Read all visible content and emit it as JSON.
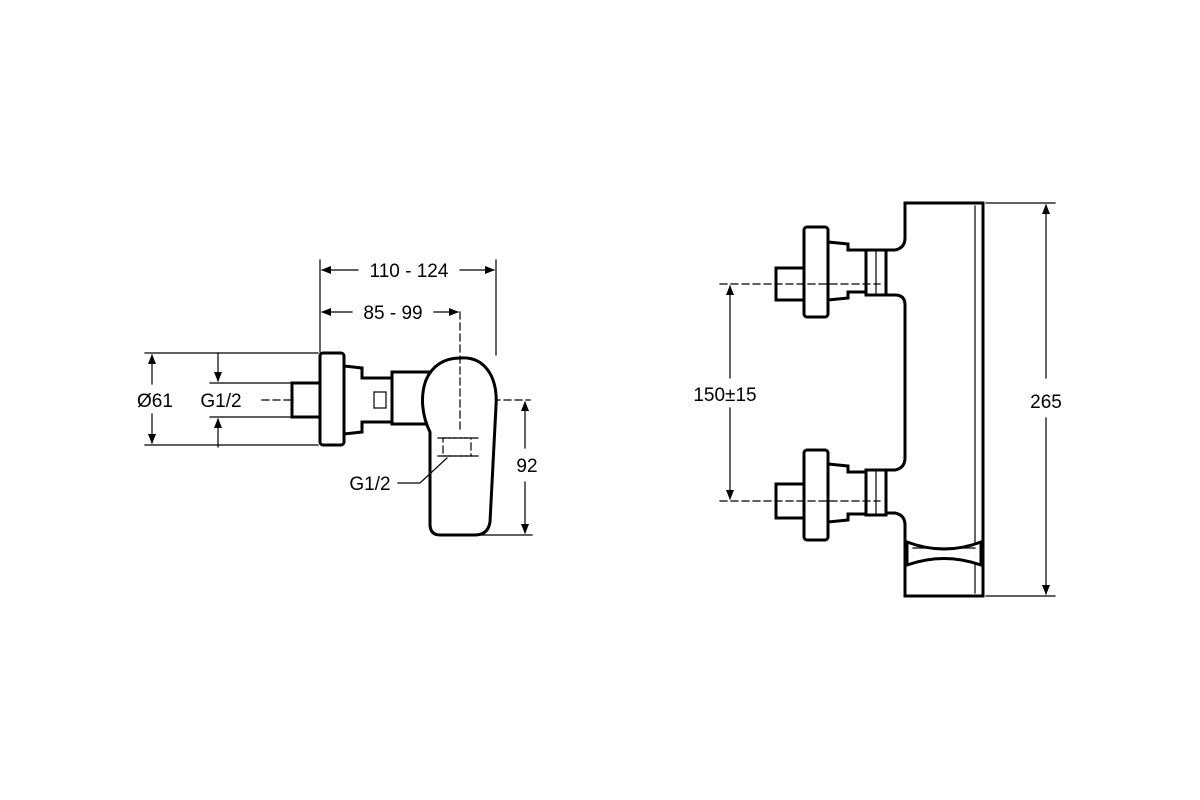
{
  "side_view": {
    "dim_overall_depth": "110 - 124",
    "dim_inlet_to_axis": "85 - 99",
    "dim_rosette_diameter": "Ø61",
    "dim_inlet_thread": "G1/2",
    "dim_outlet_thread": "G1/2",
    "dim_outlet_height": "92"
  },
  "front_view": {
    "dim_inlet_spacing": "150±15",
    "dim_overall_height": "265"
  },
  "colors": {
    "line": "#000000",
    "background": "#ffffff"
  }
}
